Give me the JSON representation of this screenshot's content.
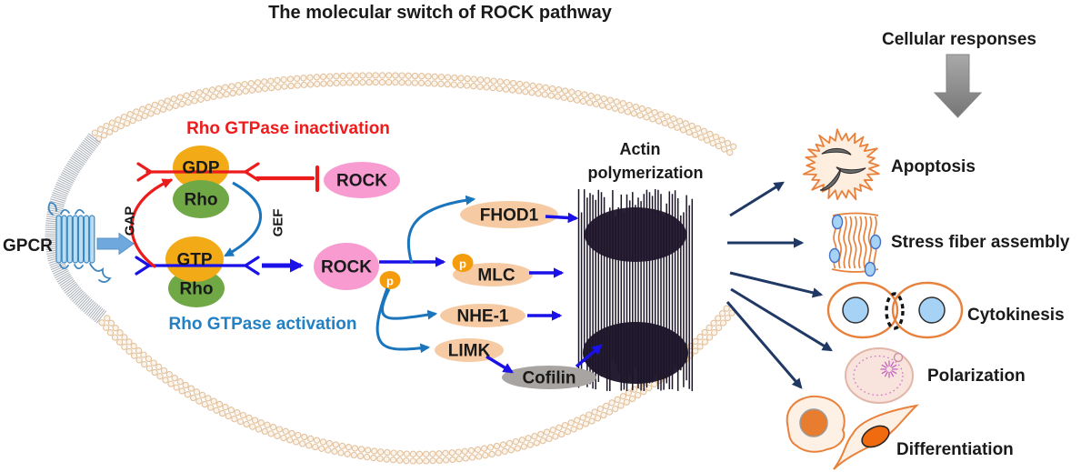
{
  "title": "The molecular switch of ROCK pathway",
  "cell": {
    "receptor_label": "GPCR",
    "receptor_icon": "gpcr-receptor-icon",
    "membrane_icon": "lipid-bilayer-membrane"
  },
  "rho_switch": {
    "inactivation_heading": "Rho GTPase inactivation",
    "activation_heading": "Rho GTPase activation",
    "gdp_label": "GDP",
    "gtp_label": "GTP",
    "rho_label": "Rho",
    "gap_label": "GAP",
    "gef_label": "GEF",
    "rock_inactive_label": "ROCK",
    "rock_active_label": "ROCK",
    "phospho_label": "p"
  },
  "effectors": [
    {
      "label": "FHOD1"
    },
    {
      "label": "MLC",
      "phospho": "p"
    },
    {
      "label": "NHE-1"
    },
    {
      "label": "LIMK"
    }
  ],
  "cofilin_label": "Cofilin",
  "actin": {
    "label_line1": "Actin",
    "label_line2": "polymerization",
    "icon": "actin-filament-bundle-icon"
  },
  "responses": {
    "heading": "Cellular responses",
    "items": [
      {
        "label": "Apoptosis",
        "icon": "apoptotic-cell-icon"
      },
      {
        "label": "Stress fiber assembly",
        "icon": "stress-fiber-icon"
      },
      {
        "label": "Cytokinesis",
        "icon": "dividing-cells-icon"
      },
      {
        "label": "Polarization",
        "icon": "polarized-cell-icon"
      },
      {
        "label": "Differentiation",
        "icon": "differentiated-cells-icon"
      }
    ]
  },
  "colors": {
    "membrane_bead_fill": "#fbf4ea",
    "membrane_bead_stroke": "#e3c19c",
    "membrane_gray": "#a9aeb7",
    "nucleotide_orange": "#f2ab17",
    "rho_green": "#6fa845",
    "rock_pink": "#f79bd1",
    "effector_peach": "#f6cba4",
    "cofilin_gray": "#a8a4a1",
    "phospho_orange": "#f59c0c",
    "arrow_blue": "#1a10e8",
    "branch_blue": "#1b75bc",
    "inhibit_red": "#ec1c1c",
    "navy": "#1f3864",
    "heading_red": "#ee1c1c",
    "heading_blue": "#2181c4",
    "text_dark": "#1a1a1a",
    "receptor_fill": "#b9ddf2",
    "receptor_stroke": "#3f87c0",
    "gpcr_arrow_blue": "#6fa8dc",
    "gray_arrow": "#8c8c8c",
    "cell_outline_orange": "#e8813c",
    "cell_fill_peach": "#fdf0e4",
    "nucleus_blue": "#a6d2f5",
    "nucleus_orange": "#e87d2f",
    "actin_dark": "#1d1528",
    "polarized_fill": "#f8e4dc",
    "spindle_dots": "#c05cc0"
  }
}
